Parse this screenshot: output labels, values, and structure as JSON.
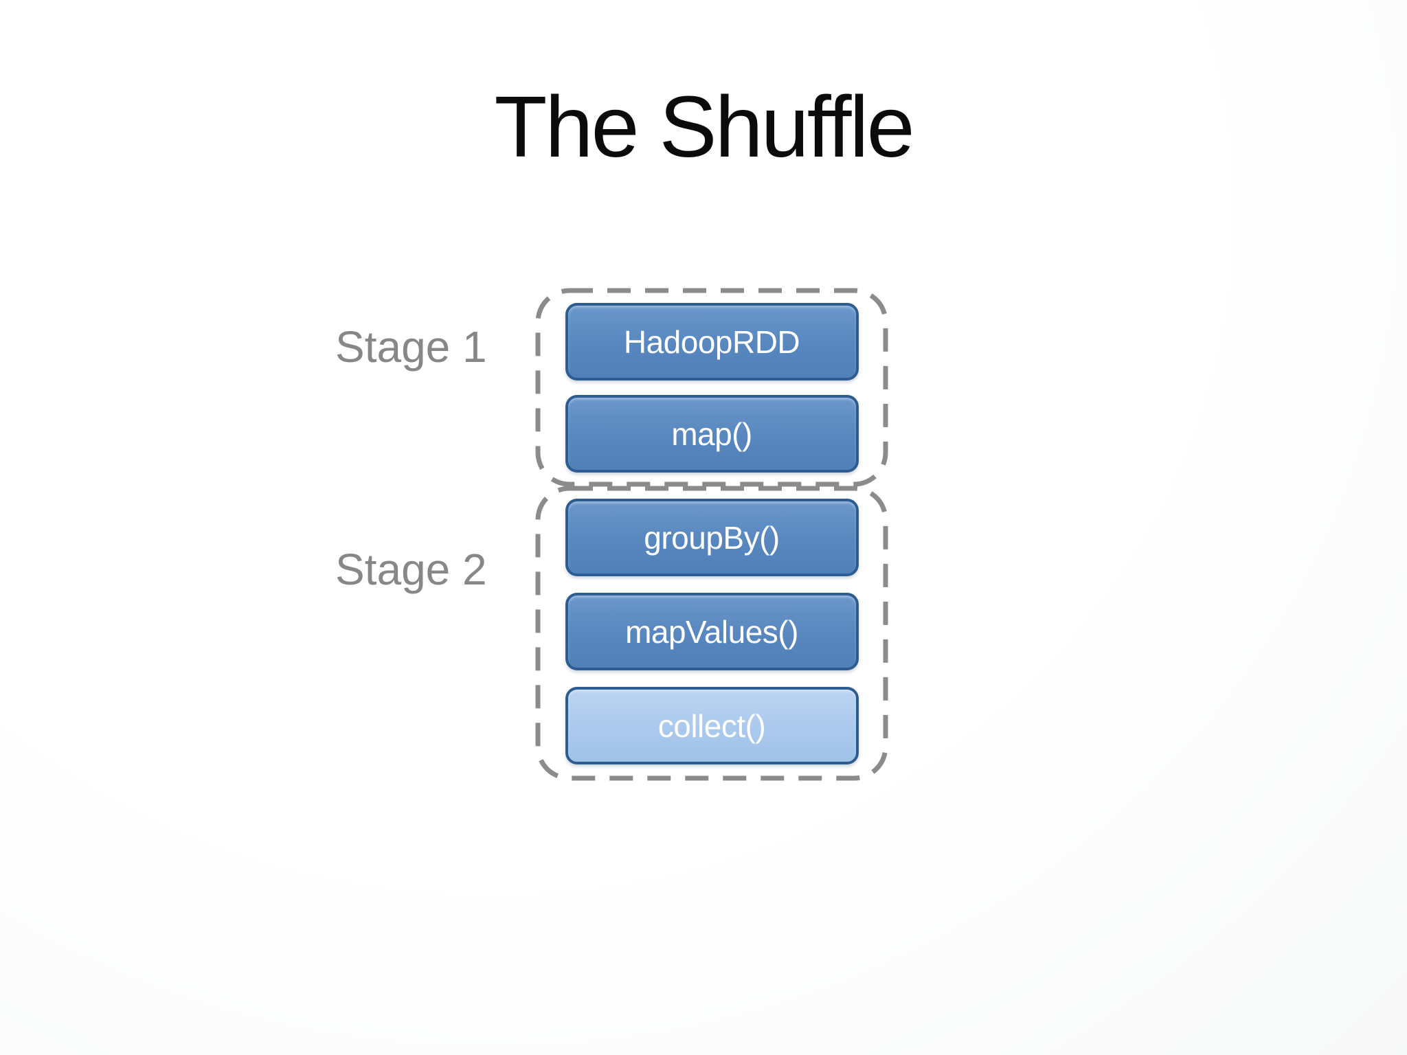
{
  "slide": {
    "title": "The Shuffle",
    "stages": [
      {
        "label": "Stage 1",
        "boxes": [
          {
            "label": "HadoopRDD",
            "variant": "dark"
          },
          {
            "label": "map()",
            "variant": "dark"
          }
        ]
      },
      {
        "label": "Stage 2",
        "boxes": [
          {
            "label": "groupBy()",
            "variant": "dark"
          },
          {
            "label": "mapValues()",
            "variant": "dark"
          },
          {
            "label": "collect()",
            "variant": "light"
          }
        ]
      }
    ],
    "colors": {
      "box_fill": "#5787be",
      "box_fill_light": "#a9c8ec",
      "box_border": "#2d5c91",
      "box_text": "#ffffff",
      "stage_label_text": "#878787",
      "dashed_outline": "#8b8b8b",
      "title_text": "#0b0b0b",
      "background": "#ffffff"
    }
  }
}
